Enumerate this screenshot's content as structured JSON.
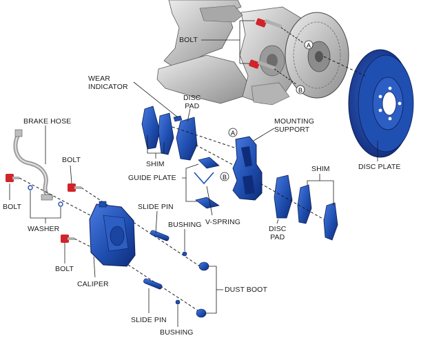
{
  "labels": {
    "bolt_top": "BOLT",
    "wear_indicator": "WEAR\nINDICATOR",
    "disc_pad_top": "DISC\nPAD",
    "mounting_support": "MOUNTING\nSUPPORT",
    "brake_hose": "BRAKE HOSE",
    "bolt_mid": "BOLT",
    "shim_left": "SHIM",
    "shim_right": "SHIM",
    "guide_plate": "GUIDE PLATE",
    "disc_plate": "DISC PLATE",
    "bolt_left": "BOLT",
    "washer": "WASHER",
    "slide_pin_top": "SLIDE PIN",
    "v_spring": "V-SPRING",
    "disc_pad_bottom": "DISC\nPAD",
    "bushing_top": "BUSHING",
    "bolt_bottom": "BOLT",
    "caliper": "CALIPER",
    "dust_boot": "DUST BOOT",
    "slide_pin_bottom": "SLIDE PIN",
    "bushing_bottom": "BUSHING"
  },
  "markers": {
    "a_upper": "A",
    "b_upper": "B",
    "a_lower": "A",
    "b_lower": "B"
  },
  "colors": {
    "part_blue": "#1f4fb0",
    "part_blue_dark": "#0f2c7a",
    "bolt_red": "#d2232a",
    "knuckle_gray": "#c8c8c8",
    "line": "#1a1a1a"
  },
  "icons": {
    "bolt": "bolt-icon",
    "washer": "washer-icon",
    "bushing": "bushing-icon",
    "dust_boot": "dust-boot-icon"
  }
}
